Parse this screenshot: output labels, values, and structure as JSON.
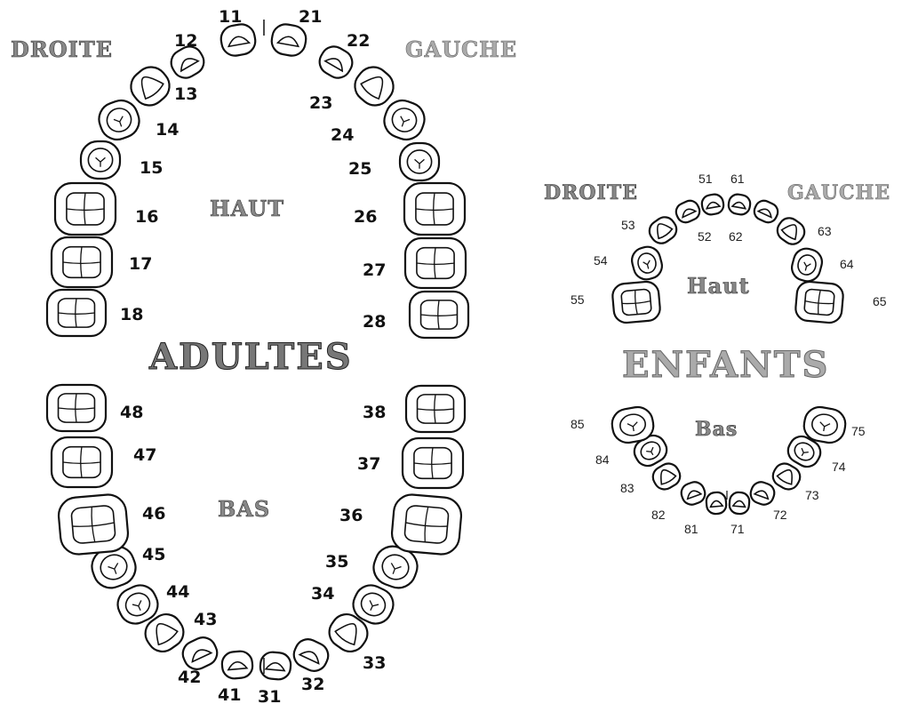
{
  "adults": {
    "title": "ADULTES",
    "left_label": "DROITE",
    "right_label": "GAUCHE",
    "upper_label": "HAUT",
    "lower_label": "BAS",
    "teeth": [
      "11",
      "12",
      "13",
      "14",
      "15",
      "16",
      "17",
      "18",
      "21",
      "22",
      "23",
      "24",
      "25",
      "26",
      "27",
      "28",
      "31",
      "32",
      "33",
      "34",
      "35",
      "36",
      "37",
      "38",
      "41",
      "42",
      "43",
      "44",
      "45",
      "46",
      "47",
      "48"
    ]
  },
  "children": {
    "title": "ENFANTS",
    "left_label": "DROITE",
    "right_label": "GAUCHE",
    "upper_label": "Haut",
    "lower_label": "Bas",
    "teeth": [
      "51",
      "52",
      "53",
      "54",
      "55",
      "61",
      "62",
      "63",
      "64",
      "65",
      "71",
      "72",
      "73",
      "74",
      "75",
      "81",
      "82",
      "83",
      "84",
      "85"
    ]
  }
}
